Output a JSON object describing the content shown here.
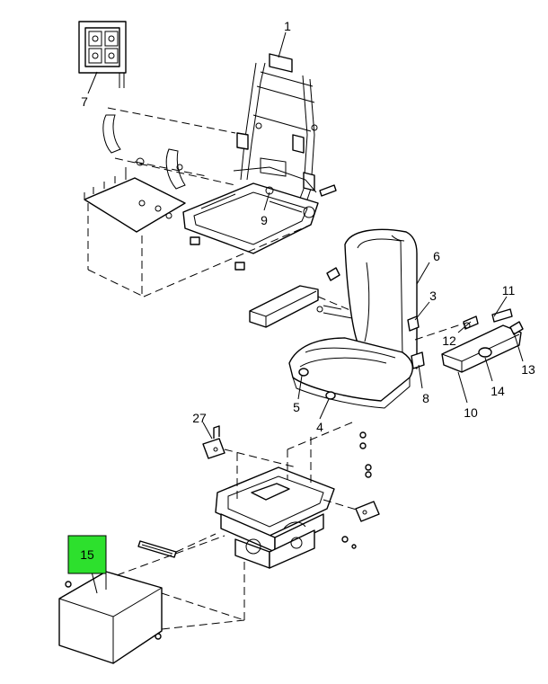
{
  "callouts": {
    "c1": "1",
    "c3": "3",
    "c4": "4",
    "c5": "5",
    "c6": "6",
    "c7": "7",
    "c8": "8",
    "c9": "9",
    "c10": "10",
    "c11": "11",
    "c12": "12",
    "c13": "13",
    "c14": "14",
    "c15": "15",
    "c27": "27"
  },
  "colors": {
    "highlight": "#2de02d",
    "line": "#000000",
    "background": "#ffffff"
  }
}
